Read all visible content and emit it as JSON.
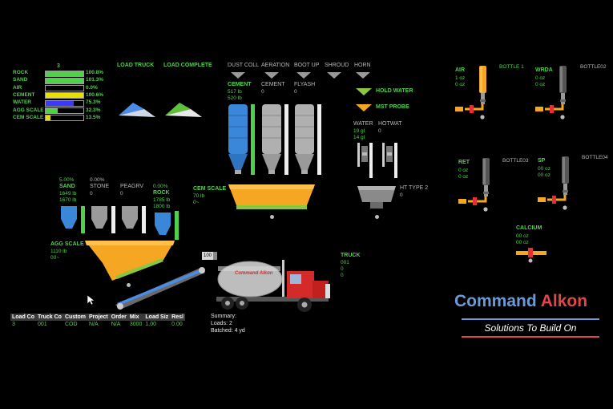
{
  "agg_panel": {
    "top_number": "3",
    "rows": [
      {
        "label": "ROCK",
        "pct": "100.8%",
        "fill": 1.0,
        "color": "#4fd14a"
      },
      {
        "label": "SAND",
        "pct": "101.3%",
        "fill": 1.0,
        "color": "#4fd14a"
      },
      {
        "label": "AIR",
        "pct": "0.0%",
        "fill": 0.0,
        "color": "#4fd14a"
      },
      {
        "label": "CEMENT",
        "pct": "100.6%",
        "fill": 1.0,
        "color": "#e8e000"
      },
      {
        "label": "WATER",
        "pct": "75.3%",
        "fill": 0.75,
        "color": "#3a3aff"
      },
      {
        "label": "AGG SCALE",
        "pct": "32.3%",
        "fill": 0.32,
        "color": "#4fd14a"
      },
      {
        "label": "CEM SCALE",
        "pct": "13.5%",
        "fill": 0.135,
        "color": "#e8e000"
      }
    ]
  },
  "buttons": {
    "load_truck": "LOAD TRUCK",
    "load_complete": "LOAD COMPLETE",
    "dust_coll": "DUST COLL",
    "aeration": "AERATION",
    "boot_up": "BOOT UP",
    "shroud": "SHROUD",
    "horn": "HORN",
    "hold_water": "HOLD WATER",
    "mst_probe": "MST PROBE"
  },
  "silos": {
    "cement1": {
      "name": "CEMENT",
      "v1": "517 lb",
      "v2": "520 lb"
    },
    "cement2": {
      "name": "CEMENT",
      "v1": "0"
    },
    "flyash": {
      "name": "FLYASH",
      "v1": "0"
    }
  },
  "water": {
    "label": "WATER",
    "v1": "19 gl",
    "v2": "14 gl"
  },
  "hotwat": {
    "label": "HOTWAT",
    "v1": "0"
  },
  "cem_scale": {
    "label": "CEM SCALE",
    "v1": "70 lb",
    "v2": "0~"
  },
  "ht_type": {
    "label": "HT TYPE 2",
    "v1": "0"
  },
  "bins": {
    "sand": {
      "pct": "5.00%",
      "name": "SAND",
      "v1": "1649 lb",
      "v2": "1670 lb"
    },
    "stone": {
      "pct": "0.00%",
      "name": "STONE",
      "v1": "0"
    },
    "peagrv": {
      "name": "PEAGRV",
      "v1": "0"
    },
    "rock": {
      "pct": "0.00%",
      "name": "ROCK",
      "v1": "1785 lb",
      "v2": "1800 lb"
    }
  },
  "agg_scale": {
    "label": "AGG SCALE",
    "v1": "1110 lb",
    "v2": "00~"
  },
  "truck": {
    "label": "TRUCK",
    "v1": "001",
    "v2": "0",
    "v3": "0",
    "speed": "100",
    "brand": "Command Alkon"
  },
  "table": {
    "headers": [
      "Load Co",
      "Truck Co",
      "Custom",
      "Project",
      "Order",
      "Mix",
      "Load Siz",
      "Resl"
    ],
    "row": [
      "3",
      "001",
      "COD",
      "N/A",
      "N/A",
      "3000",
      "1.00",
      "0.00"
    ]
  },
  "summary": {
    "title": "Summary:",
    "loads": "Loads: 2",
    "batched": "Batched: 4 yd"
  },
  "bottles": {
    "air": {
      "label": "AIR",
      "v1": "1 oz",
      "v2": "0 oz",
      "name": "BOTTLE 1"
    },
    "wrda": {
      "label": "WRDA",
      "v1": "0 oz",
      "v2": "0 oz",
      "name": "BOTTLE02"
    },
    "ret": {
      "label": "RET",
      "v1": "0 oz",
      "v2": "0 oz",
      "name": "BOTTLE03"
    },
    "sp": {
      "label": "SP",
      "v1": "00 oz",
      "v2": "00 oz",
      "name": "BOTTLE04"
    },
    "calcium": {
      "label": "CALCIUM",
      "v1": "00 oz",
      "v2": "00 oz"
    }
  },
  "logo": {
    "word1": "Command",
    "word2": "Alkon",
    "tagline": "Solutions To Build On"
  },
  "colors": {
    "accent_green": "#4fd14a",
    "logo_blue": "#6a9ad8",
    "logo_red": "#e0474c",
    "orange": "#f5a623"
  }
}
